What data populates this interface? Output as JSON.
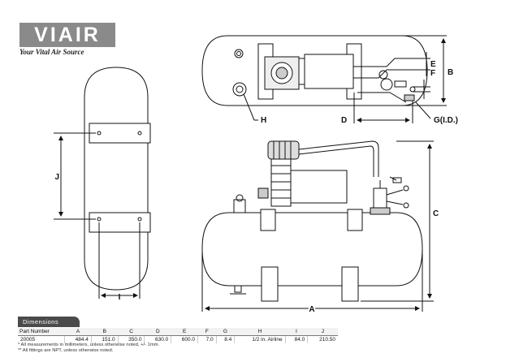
{
  "brand": {
    "name": "VIAIR",
    "tagline": "Your Vital Air Source"
  },
  "labels": {
    "a": "A",
    "b": "B",
    "c": "C",
    "d": "D",
    "e": "E",
    "f": "F",
    "g": "G(I.D.)",
    "h": "H",
    "i": "I",
    "j": "J"
  },
  "dimensions": {
    "title": "Dimensions",
    "headers": [
      "Part Number",
      "A",
      "B",
      "C",
      "D",
      "E",
      "F",
      "G",
      "H",
      "I",
      "J"
    ],
    "row": [
      "20005",
      "484.4",
      "151.0",
      "350.0",
      "630.0",
      "600.0",
      "7.0",
      "8.4",
      "1/2 in. Airline",
      "84.0",
      "210.50"
    ]
  },
  "notes": [
    "* All measurements in millimeters, unless otherwise noted, +/- 1mm.",
    "** All fittings are NPT, unless otherwise noted."
  ]
}
